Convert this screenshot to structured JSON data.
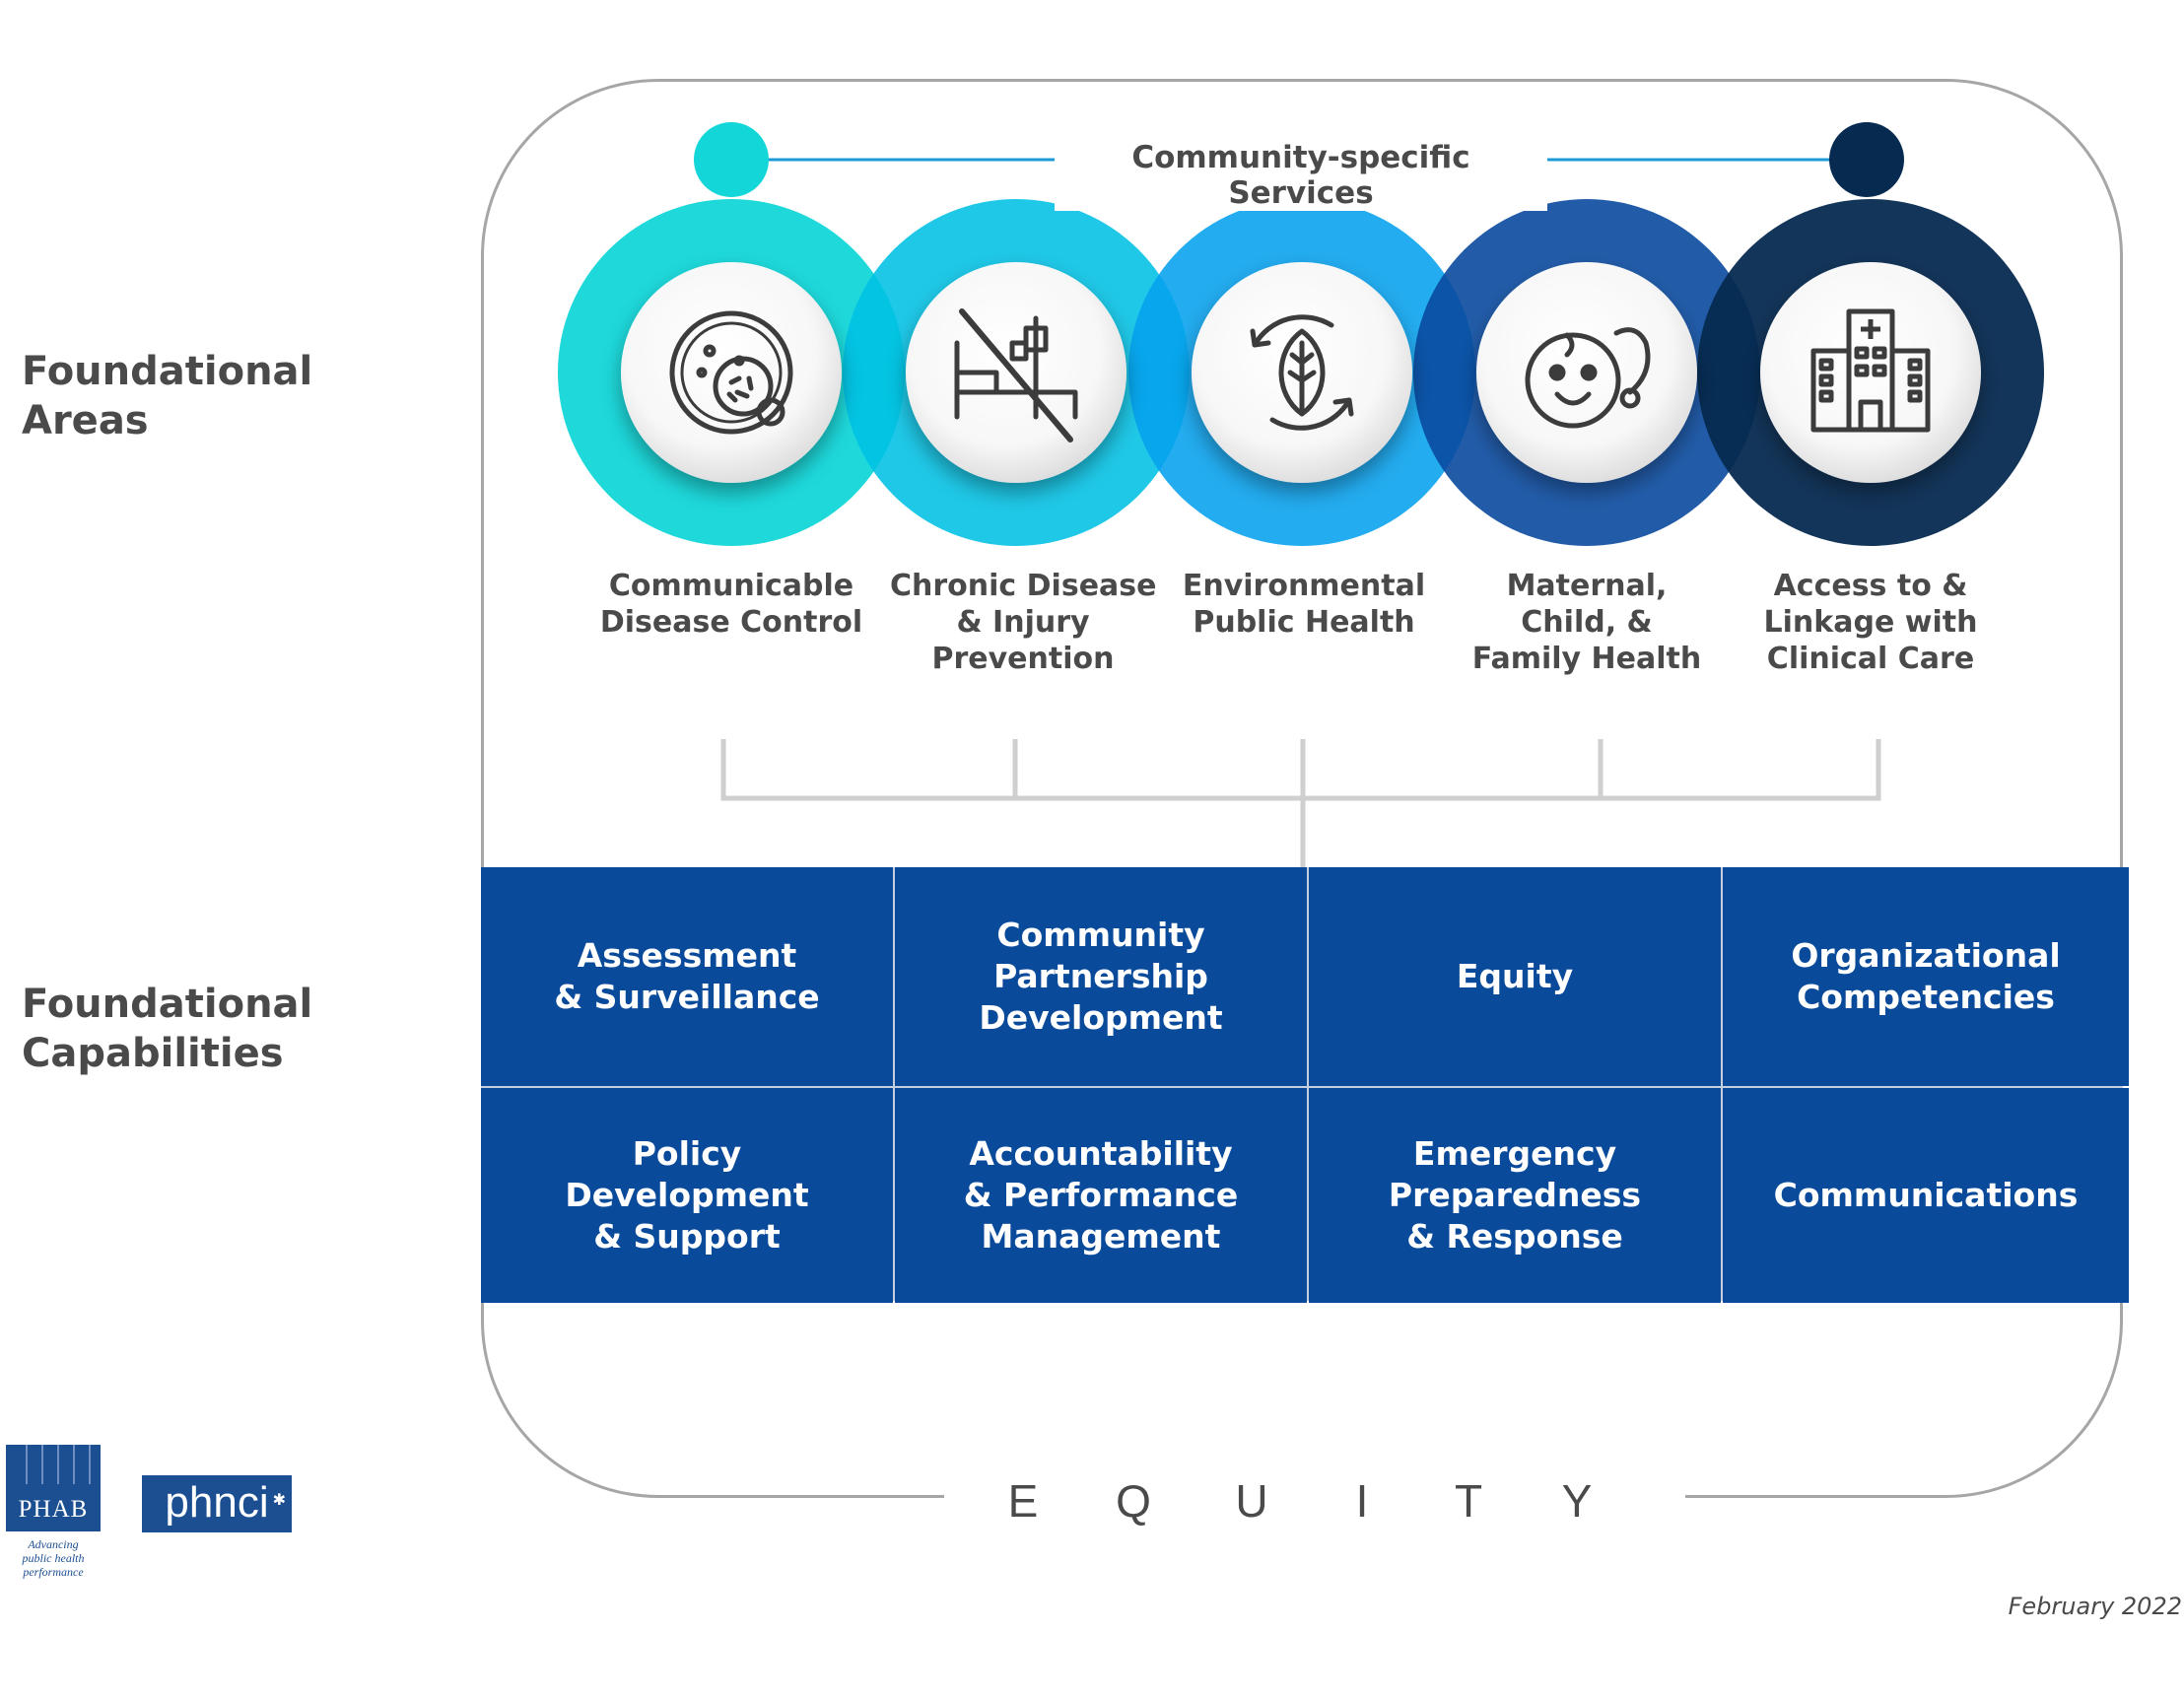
{
  "side_labels": {
    "areas": [
      "Foundational",
      "Areas"
    ],
    "capabilities": [
      "Foundational",
      "Capabilities"
    ]
  },
  "community_services_label": "Community-specific Services",
  "colors": {
    "teal": "#12d6d8",
    "cyan": "#00c0e4",
    "sky": "#04a0ee",
    "royal": "#0a4aa0",
    "navy": "#062a50",
    "capability_blue": "#0a4a9a",
    "text_gray": "#4a4a4a",
    "frame_gray": "#a6a6a6"
  },
  "foundational_areas": [
    {
      "lines": [
        "Communicable",
        "Disease Control"
      ],
      "icon": "petri-dish-icon",
      "color": "#12d6d8"
    },
    {
      "lines": [
        "Chronic Disease",
        "& Injury",
        "Prevention"
      ],
      "icon": "hospital-bed-crossed-icon",
      "color": "#00c0e4"
    },
    {
      "lines": [
        "Environmental",
        "Public Health"
      ],
      "icon": "leaf-cycle-icon",
      "color": "#04a0ee"
    },
    {
      "lines": [
        "Maternal,",
        "Child, &",
        "Family Health"
      ],
      "icon": "baby-stethoscope-icon",
      "color": "#0a4aa0"
    },
    {
      "lines": [
        "Access to &",
        "Linkage with",
        "Clinical Care"
      ],
      "icon": "hospital-building-icon",
      "color": "#062a50"
    }
  ],
  "foundational_capabilities": [
    {
      "lines": [
        "Assessment",
        "& Surveillance"
      ]
    },
    {
      "lines": [
        "Community",
        "Partnership",
        "Development"
      ]
    },
    {
      "lines": [
        "Equity"
      ]
    },
    {
      "lines": [
        "Organizational",
        "Competencies"
      ]
    },
    {
      "lines": [
        "Policy",
        "Development",
        "& Support"
      ]
    },
    {
      "lines": [
        "Accountability",
        "& Performance",
        "Management"
      ]
    },
    {
      "lines": [
        "Emergency",
        "Preparedness",
        "& Response"
      ]
    },
    {
      "lines": [
        "Communications"
      ]
    }
  ],
  "equity_letters": [
    "E",
    "Q",
    "U",
    "I",
    "T",
    "Y"
  ],
  "logos": {
    "phab": "PHAB",
    "phab_tagline": [
      "Advancing",
      "public health",
      "performance"
    ],
    "phnci": "phnci"
  },
  "date": "February 2022"
}
